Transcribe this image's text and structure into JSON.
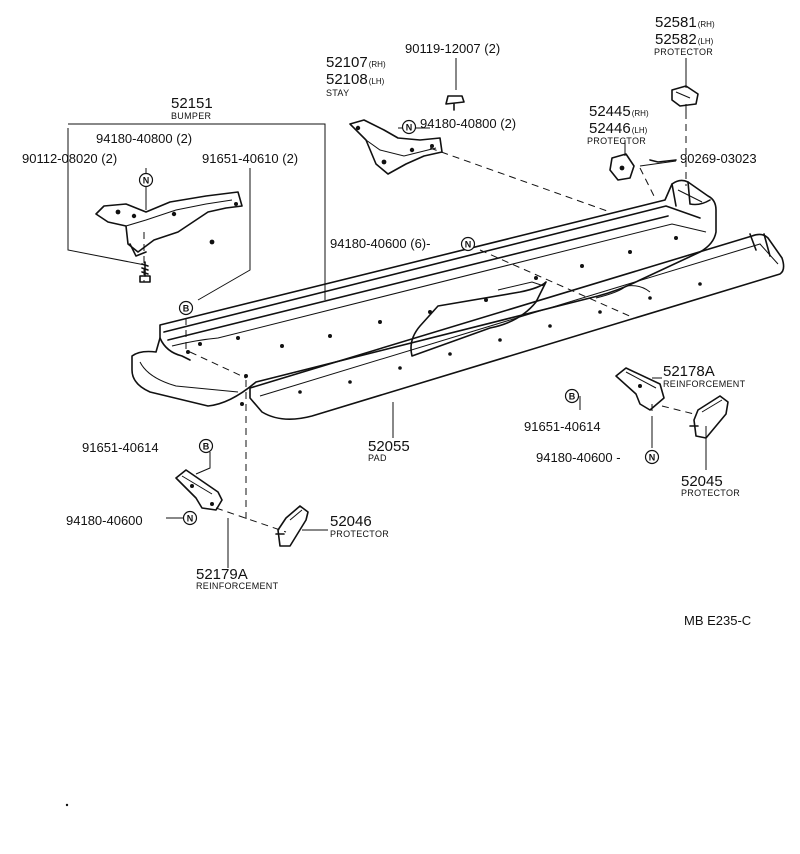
{
  "labels": {
    "bumper_no": "52151",
    "bumper_name": "BUMPER",
    "stay_rh": "52107",
    "stay_lh": "52108",
    "stay_name": "STAY",
    "bolt_90119": "90119-12007 (2)",
    "nut_stay": "94180-40800 (2)",
    "prot_52581": "52581",
    "prot_52582": "52582",
    "prot_top_name": "PROTECTOR",
    "prot_52445": "52445",
    "prot_52446": "52446",
    "prot_mid_name": "PROTECTOR",
    "screw_90269": "90269-03023",
    "nut_left": "94180-40800 (2)",
    "bolt_90112": "90112-08020 (2)",
    "bolt_91651_top": "91651-40610 (2)",
    "nut_bumper": "94180-40600 (6)-",
    "reinf_right_no": "52178A",
    "reinf_right_name": "REINFORCEMENT",
    "bolt_right": "91651-40614",
    "nut_right": "94180-40600 -",
    "prot_52045": "52045",
    "prot_52045_name": "PROTECTOR",
    "pad_no": "52055",
    "pad_name": "PAD",
    "bolt_left": "91651-40614",
    "nut_left_low": "94180-40600",
    "prot_52046": "52046",
    "prot_52046_name": "PROTECTOR",
    "reinf_left_no": "52179A",
    "reinf_left_name": "REINFORCEMENT",
    "diagram_code": "MB E235-C"
  },
  "suffix": {
    "rh": "(RH)",
    "lh": "(LH)"
  },
  "badges": {
    "nut": "N",
    "bolt": "B"
  }
}
